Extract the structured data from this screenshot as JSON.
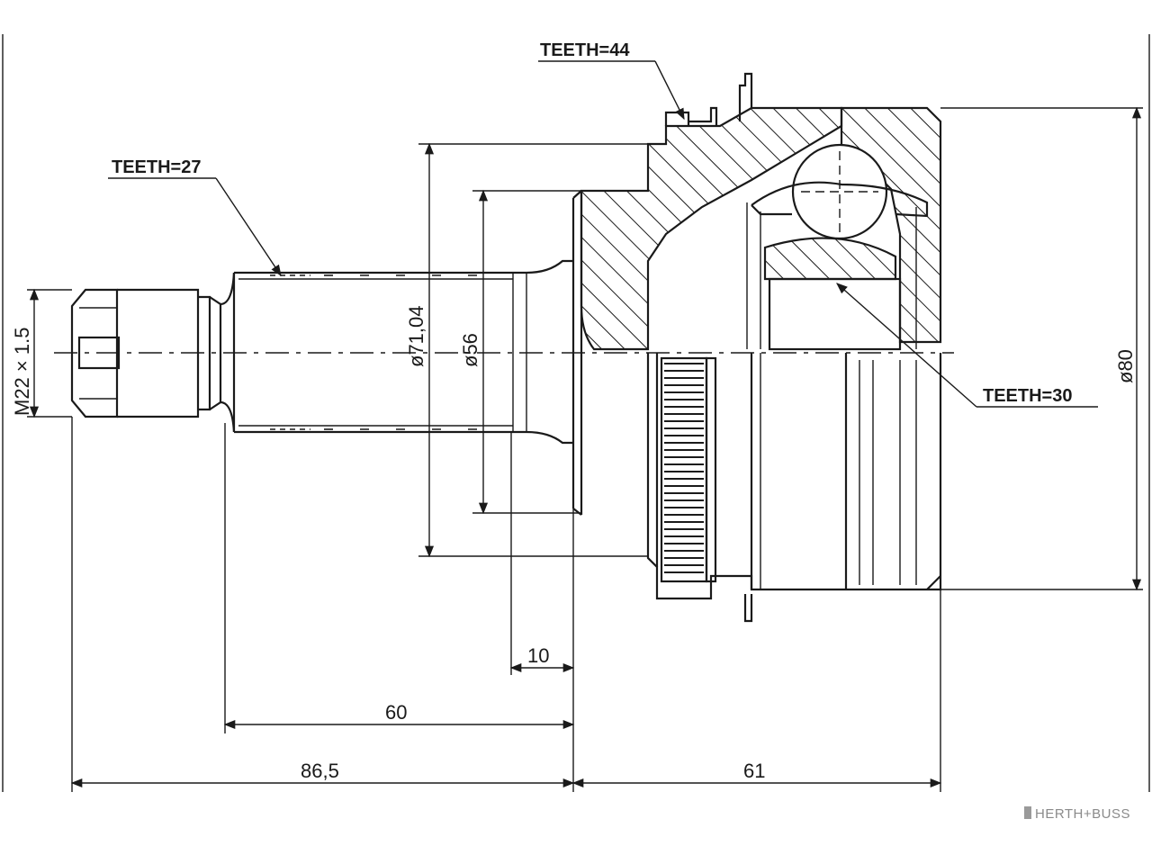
{
  "dimensions": {
    "thread": "M22 × 1.5",
    "dia_71": "ø71,04",
    "dia_56": "ø56",
    "dia_80": "ø80",
    "len_10": "10",
    "len_60": "60",
    "len_86_5": "86,5",
    "len_61": "61"
  },
  "callouts": {
    "teeth_27": "TEETH=27",
    "teeth_44": "TEETH=44",
    "teeth_30": "TEETH=30"
  },
  "brand": "HERTH+BUSS"
}
